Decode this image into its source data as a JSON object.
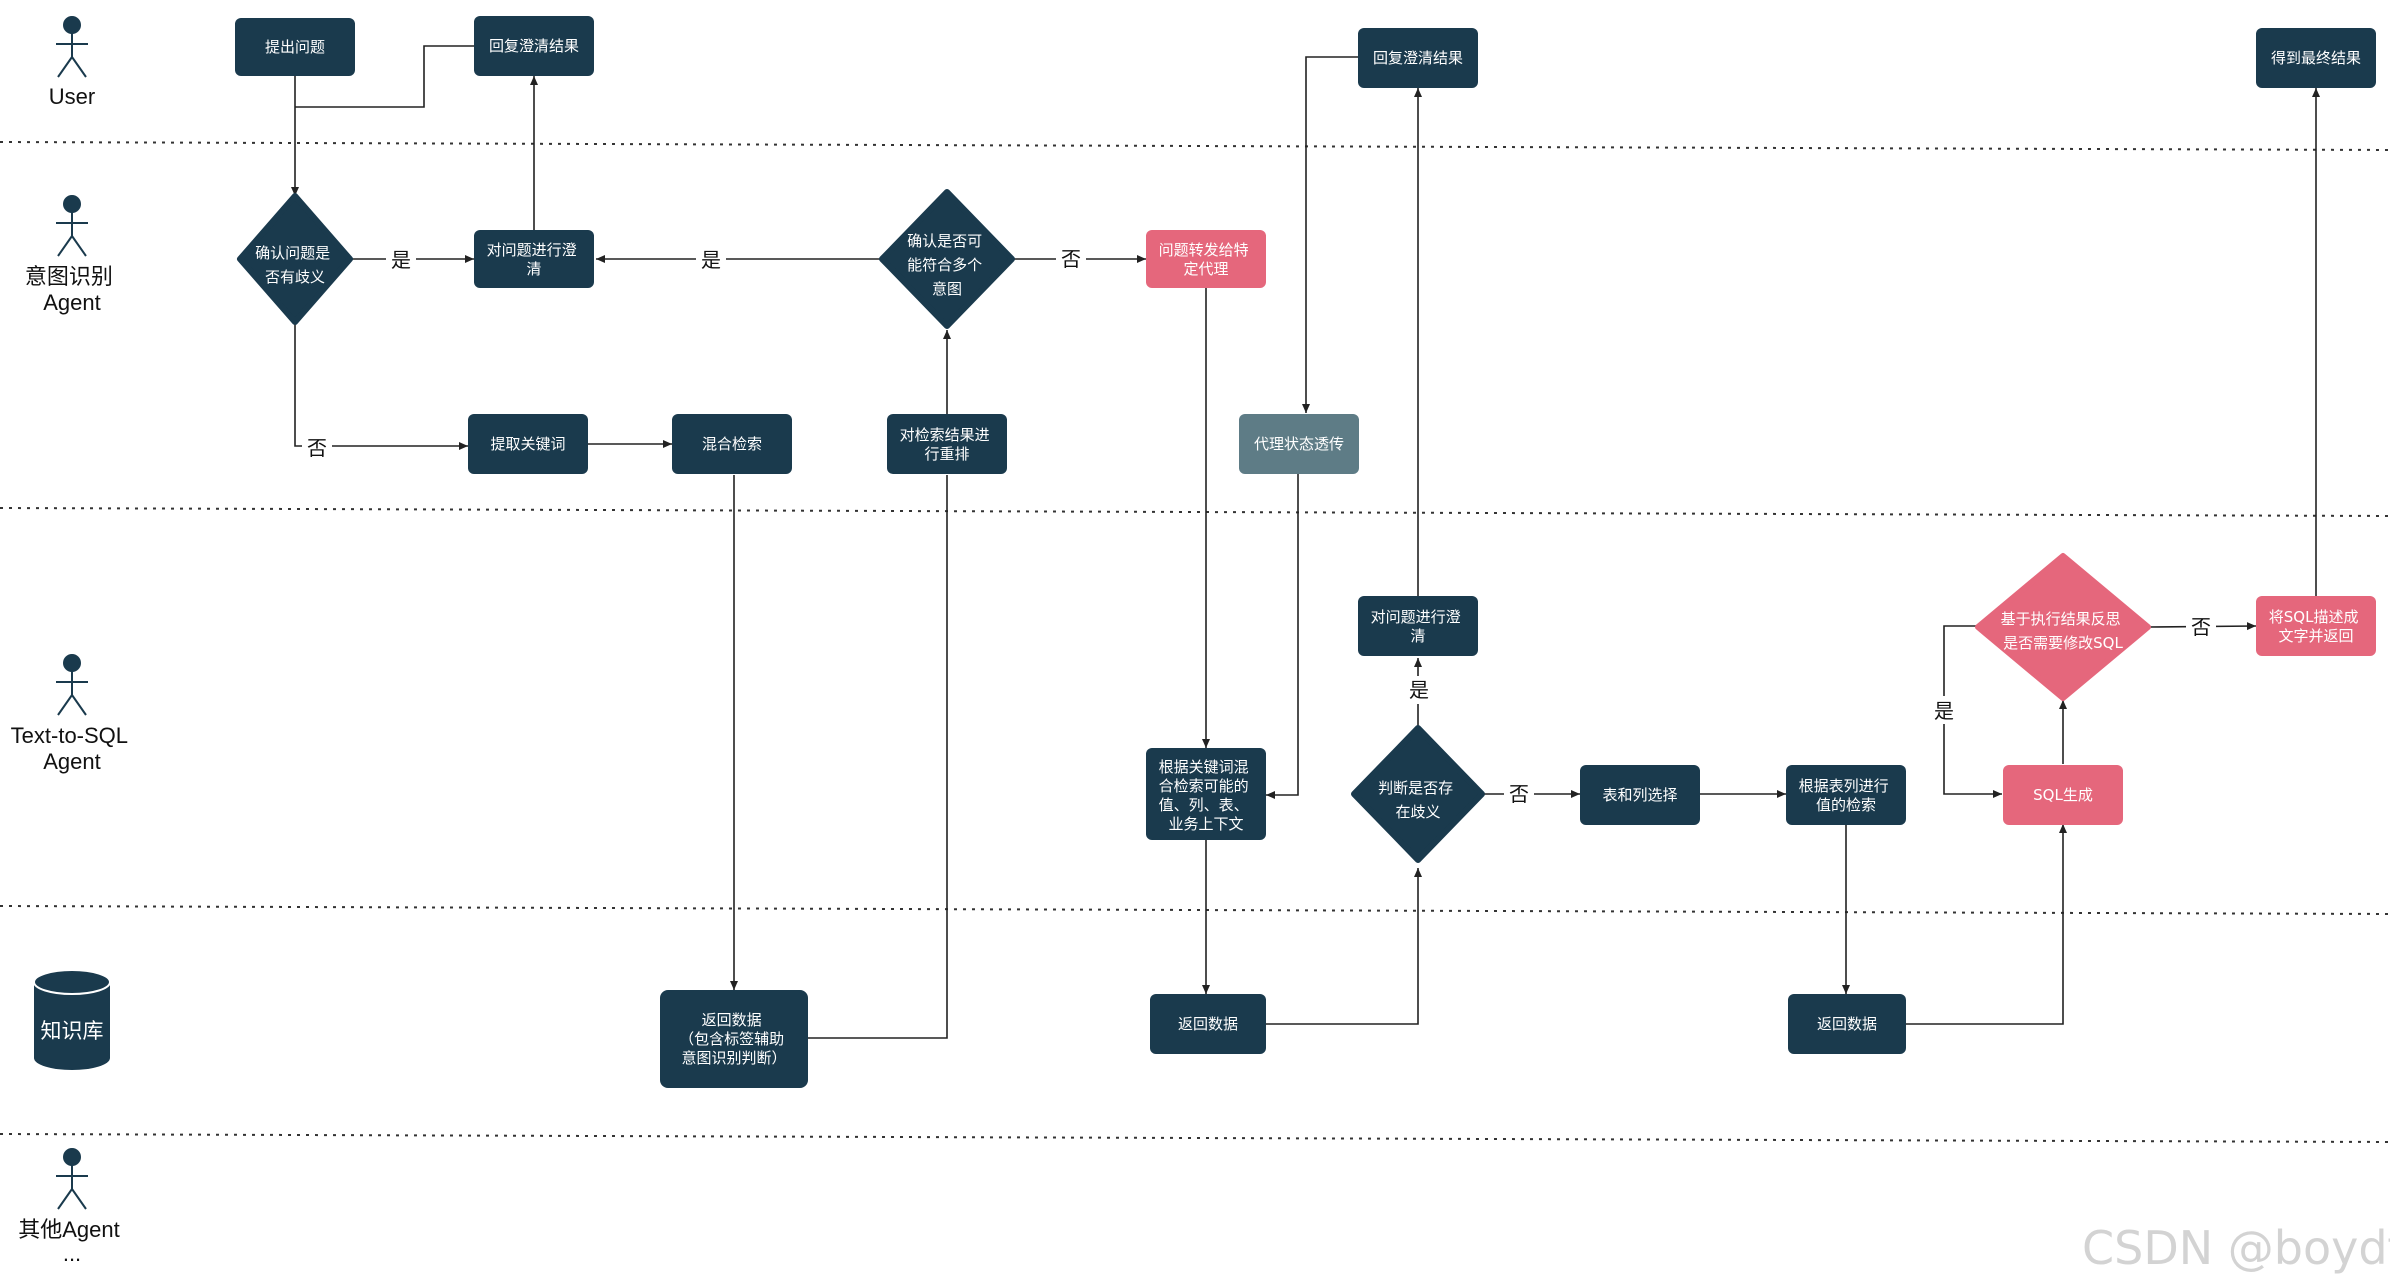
{
  "lanes": [
    {
      "id": "user",
      "label_lines": [
        "User"
      ]
    },
    {
      "id": "intent",
      "label_lines": [
        "意图识别",
        "Agent"
      ]
    },
    {
      "id": "t2sql",
      "label_lines": [
        "Text-to-SQL",
        "Agent"
      ]
    },
    {
      "id": "kb",
      "label_lines": [
        "知识库"
      ]
    },
    {
      "id": "other",
      "label_lines": [
        "其他Agent",
        "..."
      ]
    }
  ],
  "nodes": {
    "ask": {
      "lines": [
        "提出问题"
      ]
    },
    "reply1": {
      "lines": [
        "回复澄清结果"
      ]
    },
    "reply2": {
      "lines": [
        "回复澄清结果"
      ]
    },
    "final": {
      "lines": [
        "得到最终结果"
      ]
    },
    "d_ambig": {
      "lines": [
        "确认问题是",
        "否有歧义"
      ]
    },
    "clarify1": {
      "lines": [
        "对问题进行澄",
        "清"
      ]
    },
    "d_multi": {
      "lines": [
        "确认是否可",
        "能符合多个",
        "意图"
      ]
    },
    "forward": {
      "lines": [
        "问题转发给特",
        "定代理"
      ]
    },
    "keywords": {
      "lines": [
        "提取关键词"
      ]
    },
    "hybrid": {
      "lines": [
        "混合检索"
      ]
    },
    "rerank": {
      "lines": [
        "对检索结果进",
        "行重排"
      ]
    },
    "passthrough": {
      "lines": [
        "代理状态透传"
      ]
    },
    "clarify2": {
      "lines": [
        "对问题进行澄",
        "清"
      ]
    },
    "retrieve_ctx": {
      "lines": [
        "根据关键词混",
        "合检索可能的",
        "值、列、表、",
        "业务上下文"
      ]
    },
    "d_ambig2": {
      "lines": [
        "判断是否存",
        "在歧义"
      ]
    },
    "select_tc": {
      "lines": [
        "表和列选择"
      ]
    },
    "value_search": {
      "lines": [
        "根据表列进行",
        "值的检索"
      ]
    },
    "sql_gen": {
      "lines": [
        "SQL生成"
      ]
    },
    "d_reflect": {
      "lines": [
        "基于执行结果反思",
        "是否需要修改SQL"
      ]
    },
    "describe": {
      "lines": [
        "将SQL描述成",
        "文字并返回"
      ]
    },
    "kb_return1": {
      "lines": [
        "返回数据",
        "（包含标签辅助",
        "意图识别判断）"
      ]
    },
    "kb_return2": {
      "lines": [
        "返回数据"
      ]
    },
    "kb_return3": {
      "lines": [
        "返回数据"
      ]
    }
  },
  "edge_labels": {
    "yes": "是",
    "no": "否"
  },
  "knowledge_base_label": "知识库",
  "watermark": "CSDN @boydfd",
  "colors": {
    "dark_node": "#1a3a4d",
    "pink_node": "#e5677c",
    "gray_node": "#5e7c86",
    "line": "#222222"
  }
}
